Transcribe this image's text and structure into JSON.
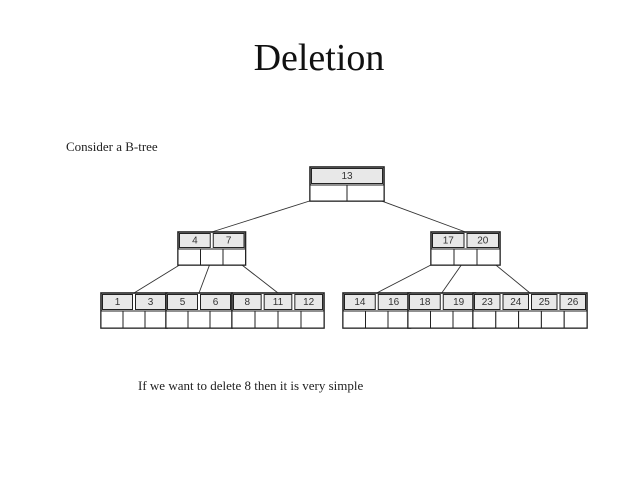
{
  "slide": {
    "title": "Deletion",
    "intro": "Consider a B-tree",
    "caption": "If we want to delete 8 then it is very simple"
  },
  "tree": {
    "root": {
      "keys": [
        "13"
      ],
      "children": [
        "n47",
        "n1720"
      ]
    },
    "nodes": {
      "n47": {
        "keys": [
          "4",
          "7"
        ],
        "children": [
          "l13",
          "l56",
          "l81112"
        ]
      },
      "n1720": {
        "keys": [
          "17",
          "20"
        ],
        "children": [
          "l1416",
          "l1819",
          "l23242526"
        ]
      },
      "l13": {
        "keys": [
          "1",
          "3"
        ]
      },
      "l56": {
        "keys": [
          "5",
          "6"
        ]
      },
      "l81112": {
        "keys": [
          "8",
          "11",
          "12"
        ]
      },
      "l1416": {
        "keys": [
          "14",
          "16"
        ]
      },
      "l1819": {
        "keys": [
          "18",
          "19"
        ]
      },
      "l23242526": {
        "keys": [
          "23",
          "24",
          "25",
          "26"
        ]
      }
    }
  },
  "colors": {
    "ink": "#222222",
    "key_fill": "#e8e8e8"
  }
}
